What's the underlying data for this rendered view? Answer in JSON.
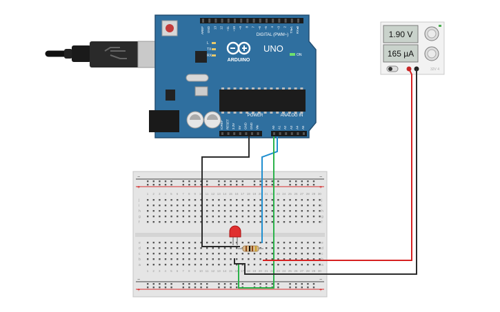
{
  "arduino": {
    "brand": "ARDUINO",
    "model": "UNO",
    "on_label": "ON",
    "digital_header": "DIGITAL (PWM~)",
    "power_label": "POWER",
    "analog_label": "ANALOG IN",
    "led_labels": [
      "L",
      "TX",
      "RX"
    ],
    "top_pins": [
      "AREF",
      "GND",
      "13",
      "12",
      "~11",
      "~10",
      "~9",
      "8",
      "7",
      "~6",
      "~5",
      "4",
      "~3",
      "2",
      "TX▸1",
      "RX◂0"
    ],
    "power_pins": [
      "IOREF",
      "RESET",
      "3.3V",
      "5V",
      "GND",
      "GND",
      "Vin"
    ],
    "analog_pins": [
      "A0",
      "A1",
      "A2",
      "A3",
      "A4",
      "A5"
    ]
  },
  "power_supply": {
    "voltage_display": "1.90 V",
    "current_display": "165 µA",
    "model_label": "32V 4"
  },
  "breadboard": {
    "row_letters_top": [
      "j",
      "i",
      "h",
      "g",
      "f"
    ],
    "row_letters_bottom": [
      "e",
      "d",
      "c",
      "b",
      "a"
    ],
    "column_numbers": [
      "1",
      "2",
      "3",
      "4",
      "5",
      "6",
      "7",
      "8",
      "9",
      "10",
      "11",
      "12",
      "13",
      "14",
      "15",
      "16",
      "17",
      "18",
      "19",
      "20",
      "21",
      "22",
      "23",
      "24",
      "25",
      "26",
      "27",
      "28",
      "29",
      "30"
    ]
  },
  "colors": {
    "board_blue": "#2f6f9f",
    "wire_red": "#d62020",
    "wire_black": "#2a2a2a",
    "wire_blue": "#1f8fd0",
    "wire_green": "#2bb24a",
    "led_red": "#e03030"
  }
}
